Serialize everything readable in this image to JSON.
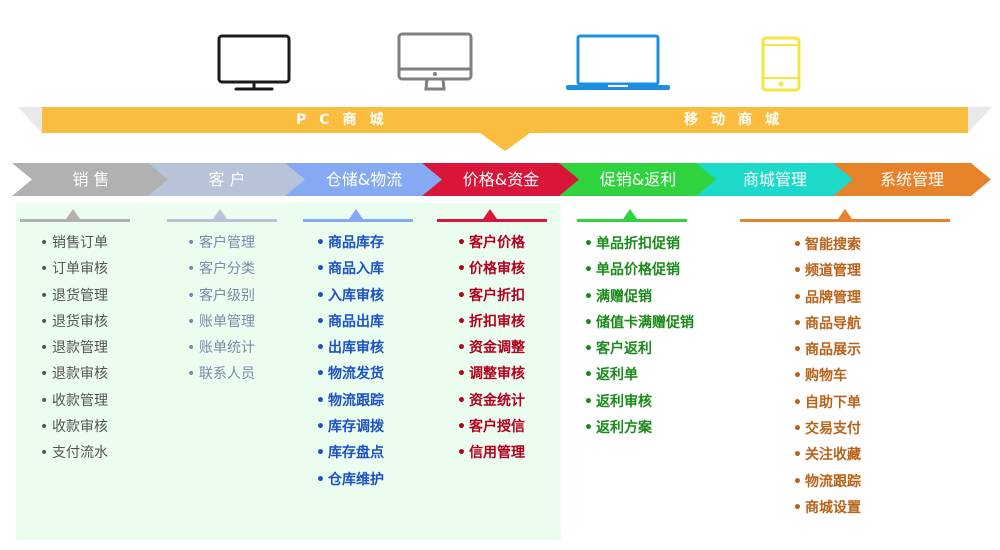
{
  "banner": {
    "pc_label": "PC商城",
    "mobile_label": "移动商城"
  },
  "devices": [
    {
      "icon": "tv-icon",
      "color": "#1a1a1a"
    },
    {
      "icon": "desktop-monitor-icon",
      "color": "#7f7f7f"
    },
    {
      "icon": "laptop-icon",
      "color": "#1e8fe0"
    },
    {
      "icon": "mobile-phone-icon",
      "color": "#f3e640"
    }
  ],
  "modules": [
    {
      "label": "销 售",
      "color": "#b1b1b1",
      "text_color": "#555555",
      "items": [
        "销售订单",
        "订单审核",
        "退货管理",
        "退货审核",
        "退款管理",
        "退款审核",
        "收款管理",
        "收款审核",
        "支付流水"
      ]
    },
    {
      "label": "客 户",
      "color": "#b6c3d8",
      "text_color": "#7a8aa8",
      "items": [
        "客户管理",
        "客户分类",
        "客户级别",
        "账单管理",
        "账单统计",
        "联系人员"
      ]
    },
    {
      "label": "仓储&物流",
      "color": "#85a9f2",
      "text_color": "#1d51c4",
      "items": [
        "商品库存",
        "商品入库",
        "入库审核",
        "商品出库",
        "出库审核",
        "物流发货",
        "物流跟踪",
        "库存调拨",
        "库存盘点",
        "仓库维护"
      ]
    },
    {
      "label": "价格&资金",
      "color": "#d9153a",
      "text_color": "#b3001e",
      "items": [
        "客户价格",
        "价格审核",
        "客户折扣",
        "折扣审核",
        "资金调整",
        "调整审核",
        "资金统计",
        "客户授信",
        "信用管理"
      ]
    },
    {
      "label": "促销&返利",
      "color": "#2ed33e",
      "text_color": "#1a8a1a",
      "items": [
        "单品折扣促销",
        "单品价格促销",
        "满赠促销",
        "储值卡满赠促销",
        "客户返利",
        "返利单",
        "返利审核",
        "返利方案"
      ]
    },
    {
      "label": "商城管理",
      "color": "#1cd9c9",
      "text_color": "#0aa89a",
      "items": []
    },
    {
      "label": "系统管理",
      "color": "#e6822a",
      "text_color": "#b8621a",
      "items": [
        "智能搜索",
        "频道管理",
        "品牌管理",
        "商品导航",
        "商品展示",
        "购物车",
        "自助下单",
        "交易支付",
        "关注收藏",
        "物流跟踪",
        "商城设置"
      ]
    }
  ]
}
